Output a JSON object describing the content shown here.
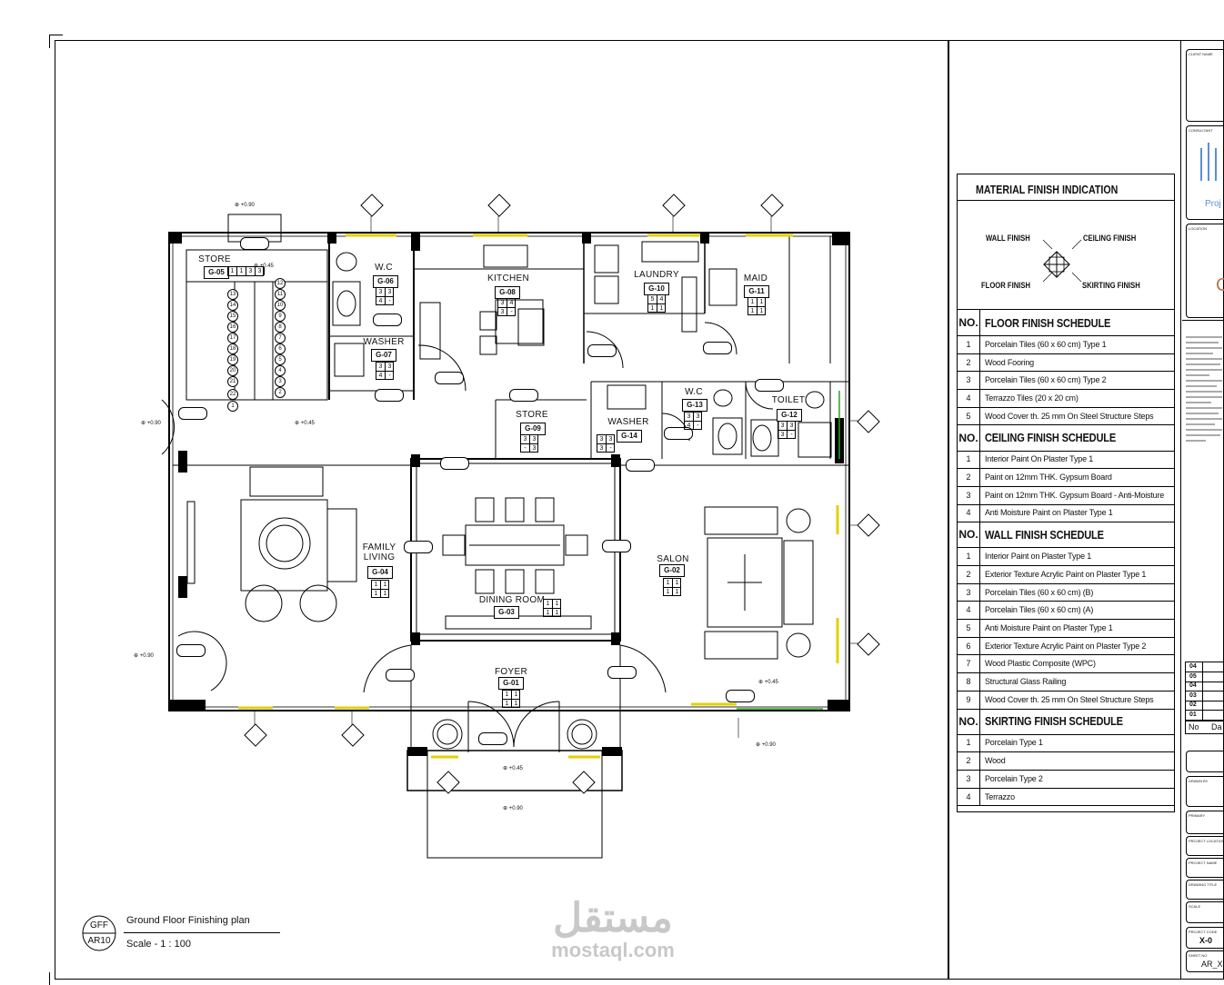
{
  "legend": {
    "title": "MATERIAL FINISH INDICATION",
    "wall": "WALL FINISH",
    "ceiling": "CEILING FINISH",
    "floor": "FLOOR FINISH",
    "skirting": "SKIRTING FINISH"
  },
  "schedules": [
    {
      "no_label": "NO.",
      "title": "FLOOR FINISH SCHEDULE",
      "items": [
        {
          "no": "1",
          "text": "Porcelain Tiles (60 x 60 cm) Type 1"
        },
        {
          "no": "2",
          "text": "Wood Fooring"
        },
        {
          "no": "3",
          "text": "Porcelain Tiles (60 x 60 cm) Type 2"
        },
        {
          "no": "4",
          "text": "Terrazzo Tiles (20 x 20 cm)"
        },
        {
          "no": "5",
          "text": "Wood Cover th. 25 mm On Steel Structure Steps"
        }
      ]
    },
    {
      "no_label": "NO.",
      "title": "CEILING FINISH SCHEDULE",
      "items": [
        {
          "no": "1",
          "text": "Interior Paint On Plaster Type 1"
        },
        {
          "no": "2",
          "text": "Paint on 12mm THK. Gypsum Board"
        },
        {
          "no": "3",
          "text": "Paint on 12mm THK. Gypsum Board - Anti-Moisture"
        },
        {
          "no": "4",
          "text": "Anti Moisture Paint on Plaster Type 1"
        }
      ]
    },
    {
      "no_label": "NO.",
      "title": "WALL FINISH SCHEDULE",
      "items": [
        {
          "no": "1",
          "text": "Interior Paint on Plaster Type 1"
        },
        {
          "no": "2",
          "text": "Exterior Texture Acrylic Paint on Plaster Type 1"
        },
        {
          "no": "3",
          "text": "Porcelain Tiles (60 x 60 cm) (B)"
        },
        {
          "no": "4",
          "text": "Porcelain Tiles (60 x 60 cm) (A)"
        },
        {
          "no": "5",
          "text": "Anti Moisture Paint on Plaster Type 1"
        },
        {
          "no": "6",
          "text": "Exterior Texture Acrylic Paint on Plaster Type 2"
        },
        {
          "no": "7",
          "text": "Wood Plastic Composite (WPC)"
        },
        {
          "no": "8",
          "text": "Structural Glass Railing"
        },
        {
          "no": "9",
          "text": "Wood Cover th. 25 mm On Steel Structure Steps"
        }
      ]
    },
    {
      "no_label": "NO.",
      "title": "SKIRTING FINISH SCHEDULE",
      "items": [
        {
          "no": "1",
          "text": "Porcelain Type 1"
        },
        {
          "no": "2",
          "text": "Wood"
        },
        {
          "no": "3",
          "text": "Porcelain Type 2"
        },
        {
          "no": "4",
          "text": "Terrazzo"
        }
      ]
    }
  ],
  "plan": {
    "title": "Ground Floor Finishing plan",
    "scale": "Scale -  1 : 100",
    "code_top": "GFF",
    "code_bottom": "AR10",
    "rooms": [
      {
        "name": "STORE",
        "tag": "G-05",
        "codes": [
          "1",
          "1",
          "3",
          "3"
        ]
      },
      {
        "name": "W.C",
        "tag": "G-06",
        "codes": [
          "3",
          "3",
          "4",
          "-"
        ]
      },
      {
        "name": "WASHER",
        "tag": "G-07",
        "codes": [
          "3",
          "3",
          "4",
          "-"
        ]
      },
      {
        "name": "KITCHEN",
        "tag": "G-08",
        "codes": [
          "3",
          "4",
          "3",
          "-"
        ]
      },
      {
        "name": "LAUNDRY",
        "tag": "G-10",
        "codes": [
          "5",
          "4",
          "1",
          "1"
        ]
      },
      {
        "name": "MAID",
        "tag": "G-11",
        "codes": [
          "1",
          "1",
          "1",
          "1"
        ]
      },
      {
        "name": "STORE",
        "tag": "G-09",
        "codes": [
          "3",
          "3",
          "-",
          "3"
        ]
      },
      {
        "name": "WASHER",
        "tag": "G-14",
        "codes": [
          "3",
          "3",
          "3",
          "-"
        ]
      },
      {
        "name": "W.C",
        "tag": "G-13",
        "codes": [
          "3",
          "3",
          "4",
          "-"
        ]
      },
      {
        "name": "TOILET",
        "tag": "G-12",
        "codes": [
          "3",
          "3",
          "3",
          "-"
        ]
      },
      {
        "name": "FAMILY\nLIVING",
        "tag": "G-04",
        "codes": [
          "1",
          "1",
          "1",
          "1"
        ]
      },
      {
        "name": "DINING ROOM",
        "tag": "G-03",
        "codes": [
          "1",
          "1",
          "1",
          "1"
        ]
      },
      {
        "name": "SALON",
        "tag": "G-02",
        "codes": [
          "1",
          "1",
          "1",
          "1"
        ]
      },
      {
        "name": "FOYER",
        "tag": "G-01",
        "codes": [
          "1",
          "1",
          "1",
          "1"
        ]
      }
    ],
    "levels": [
      "+0.90",
      "+0.45",
      "+0.45",
      "+0.90",
      "+0.45",
      "+0.90",
      "+0.45",
      "+0.90",
      "+0.45",
      "+0.90"
    ],
    "stair_numbers": [
      "12",
      "11",
      "10",
      "9",
      "8",
      "7",
      "6",
      "5",
      "4",
      "3",
      "2",
      "1",
      "13",
      "14",
      "15",
      "16",
      "17",
      "18",
      "19",
      "20",
      "21",
      "22"
    ]
  },
  "title_block": {
    "revisions": [
      "04",
      "05",
      "04",
      "03",
      "02",
      "01"
    ],
    "no_label": "No",
    "date_label": "Da",
    "partial_text": "Proj",
    "partial_code": "X-0",
    "partial_sheet": "AR_X-"
  },
  "watermark": {
    "arabic": "مستقل",
    "latin": "mostaql.com"
  }
}
